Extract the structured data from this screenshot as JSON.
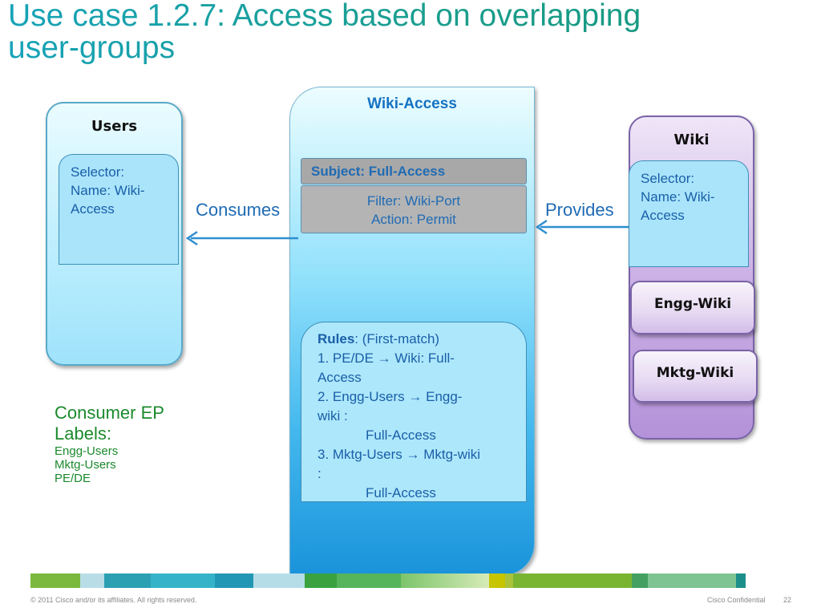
{
  "title": {
    "line1": "Use case 1.2.7: Access based on overlapping",
    "line2": "user-groups"
  },
  "users": {
    "title": "Users",
    "selector": {
      "line1": "Selector:",
      "line2": "Name: Wiki-",
      "line3": "Access"
    }
  },
  "relations": {
    "consumes": "Consumes",
    "provides": "Provides"
  },
  "contract": {
    "title": "Wiki-Access",
    "subject": "Subject: Full-Access",
    "filter": "Filter: Wiki-Port",
    "action": "Action:  Permit",
    "rules": {
      "label": "Rules",
      "mode": ": (First-match)",
      "line1": "1. PE/DE → Wiki:  Full-",
      "line2": "Access",
      "line3": "2. Engg-Users → Engg-",
      "line4": "wiki :",
      "line5": "Full-Access",
      "line6": "3. Mktg-Users → Mktg-wiki",
      "line7": ":",
      "line8": "Full-Access"
    }
  },
  "wiki": {
    "title": "Wiki",
    "selector": {
      "line1": "Selector:",
      "line2": "Name: Wiki-",
      "line3": "Access"
    },
    "groups": [
      "Engg-Wiki",
      "Mktg-Wiki"
    ]
  },
  "consumer_labels": {
    "heading1": "Consumer EP",
    "heading2": "Labels:",
    "items": [
      "Engg-Users",
      "Mktg-Users",
      "PE/DE"
    ]
  },
  "footer": {
    "copyright": "© 2011 Cisco and/or its affiliates. All rights reserved.",
    "confidential": "Cisco Confidential",
    "page": "22"
  },
  "colors": {
    "users_fill": "#bdeefe",
    "contract_fill": "#44b8ee",
    "wiki_fill": "#cdb4e6",
    "text_blue": "#1f6bb5",
    "label_green": "#1b8a2c"
  }
}
